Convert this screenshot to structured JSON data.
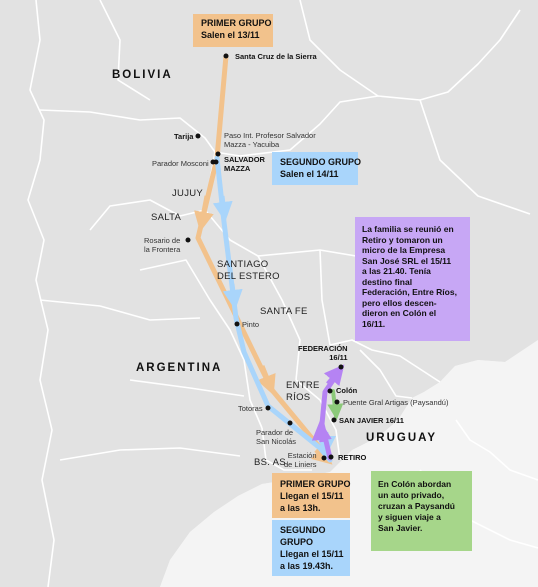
{
  "countries": {
    "bolivia": "BOLIVIA",
    "argentina": "ARGENTINA",
    "uruguay": "URUGUAY"
  },
  "regions": {
    "jujuy": "JUJUY",
    "salta": "SALTA",
    "santiago_line1": "SANTIAGO",
    "santiago_line2": "DEL ESTERO",
    "santa_fe": "SANTA FE",
    "entre_rios_line1": "ENTRE",
    "entre_rios_line2": "RÍOS",
    "bs_as": "BS. AS."
  },
  "places": {
    "santa_cruz": "Santa Cruz de la Sierra",
    "tarija": "Tarija",
    "paso_line1": "Paso Int. Profesor Salvador",
    "paso_line2": "Mazza - Yacuiba",
    "salvador_line1": "SALVADOR",
    "salvador_line2": "MAZZA",
    "parador_mosconi": "Parador Mosconi",
    "rosario_line1": "Rosario de",
    "rosario_line2": "la Frontera",
    "pinto": "Pinto",
    "totoras": "Totoras",
    "parador_sn_line1": "Parador de",
    "parador_sn_line2": "San Nicolás",
    "estacion_line1": "Estación",
    "estacion_line2": "de Liniers",
    "retiro": "RETIRO",
    "federacion_line1": "FEDERACIÓN",
    "federacion_line2": "16/11",
    "colon": "Colón",
    "puente": "Puente Gral Artigas (Paysandú)",
    "san_javier": "SAN JAVIER 16/11"
  },
  "callouts": {
    "primer_salida": [
      "PRIMER GRUPO",
      "Salen el 13/11"
    ],
    "segundo_salida": [
      "SEGUNDO GRUPO",
      "Salen el 14/11"
    ],
    "retiro_nota": [
      "La familia se reunió en",
      "Retiro y tomaron un",
      "micro de la Empresa",
      "San José SRL el 15/11",
      "a las 21.40. Tenía",
      "destino final",
      "Federación, Entre Ríos,",
      "pero ellos descen-",
      "dieron en Colón el",
      "16/11."
    ],
    "colon_nota": [
      "En Colón abordan",
      "un auto privado,",
      "cruzan a Paysandú",
      "y siguen viaje a",
      "San Javier."
    ],
    "primer_llegada": [
      "PRIMER GRUPO",
      "Llegan el 15/11",
      "a las 13h."
    ],
    "segundo_llegada": [
      "SEGUNDO",
      "GRUPO",
      "Llegan el 15/11",
      "a las 19.43h."
    ]
  },
  "colors": {
    "first_group": "#f2c28c",
    "second_group": "#a9d5fb",
    "family": "#b583f3",
    "uruguay_leg": "#8cc97a",
    "land": "#e2e2e2",
    "water": "#f4f4f4",
    "boundary": "#ffffff",
    "dot": "#111111"
  }
}
